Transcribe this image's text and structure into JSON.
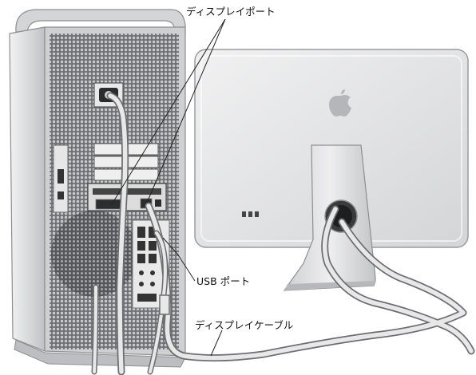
{
  "labels": {
    "display_port": "ディスプレイポート",
    "usb_port": "USB ポート",
    "display_cable": "ディスプレイケーブル"
  },
  "colors": {
    "tower_body": "#d9dadc",
    "tower_mesh": "#8a8c8f",
    "monitor_body": "#e3e4e6",
    "cable": "#c8c9cb",
    "leader_line": "#222222"
  }
}
